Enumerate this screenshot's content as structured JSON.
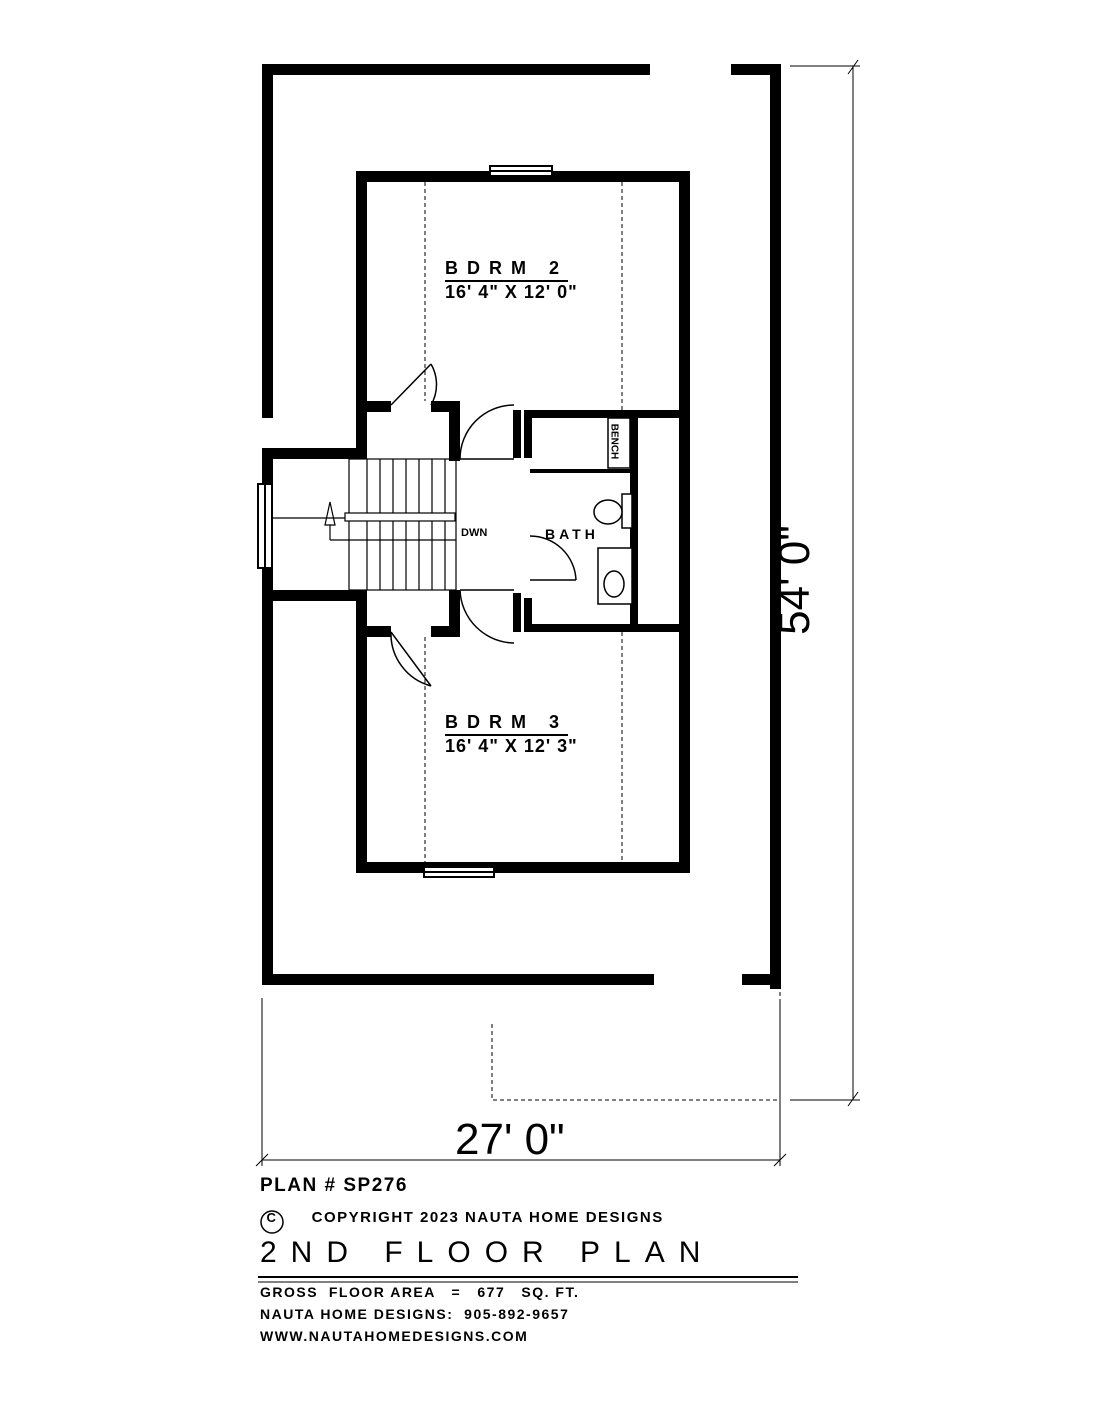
{
  "rooms": {
    "bdrm2": {
      "name": "BDRM 2",
      "size": "16' 4\" X 12' 0\""
    },
    "bdrm3": {
      "name": "BDRM 3",
      "size": "16' 4\" X 12' 3\""
    },
    "bath": {
      "name": "BATH"
    },
    "bench": {
      "name": "BENCH"
    },
    "stairs": {
      "label": "DWN"
    }
  },
  "dimensions": {
    "depth": "54' 0\"",
    "width": "27' 0\""
  },
  "title_block": {
    "plan_number": "PLAN # SP276",
    "copyright_symbol": "C",
    "copyright": "COPYRIGHT 2023 NAUTA HOME DESIGNS",
    "title": "2ND FLOOR PLAN",
    "gross_area": "GROSS  FLOOR AREA   =   677   SQ. FT.",
    "phone": "NAUTA HOME DESIGNS:  905-892-9657",
    "website": "WWW.NAUTAHOMEDESIGNS.COM"
  }
}
